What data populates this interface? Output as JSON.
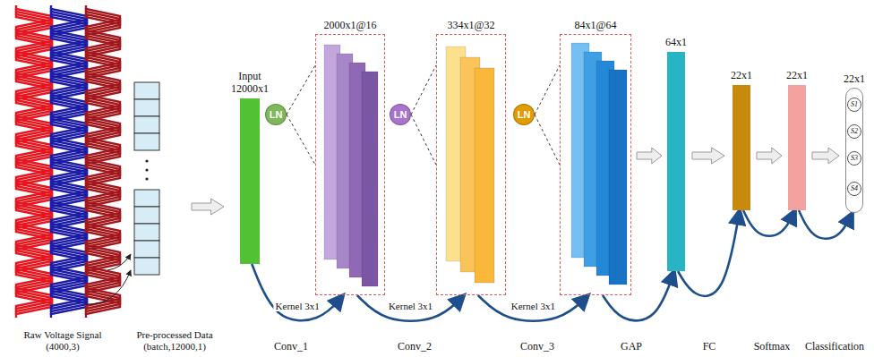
{
  "diagram": {
    "nodes": [
      {
        "text": [
          "Input 12000x1"
        ]
      },
      {
        "text": [
          "LN"
        ]
      },
      {
        "text": [
          "2000x1@16"
        ]
      },
      {
        "text": [
          "LN"
        ]
      },
      {
        "text": [
          "334x1@32"
        ]
      },
      {
        "text": [
          "LN"
        ]
      },
      {
        "text": [
          "84x1@64"
        ]
      },
      {
        "text": [
          "64x1"
        ]
      },
      {
        "text": [
          "22x1"
        ]
      },
      {
        "text": [
          "22x1"
        ]
      },
      {
        "text": [
          "22x1"
        ]
      },
      {
        "text": [
          "S1"
        ],
        "in": 10
      },
      {
        "text": [
          "S2"
        ],
        "in": 10
      },
      {
        "text": [
          "S3"
        ],
        "in": 10
      },
      {
        "text": [
          "S4"
        ],
        "in": 10
      }
    ],
    "edges": [
      {
        "from": 0,
        "to": 2,
        "arrow": "to",
        "label": "Kernel 3x1"
      },
      {
        "from": 2,
        "to": 4,
        "arrow": "to",
        "label": "Kernel 3x1"
      },
      {
        "from": 4,
        "to": 6,
        "arrow": "to",
        "label": "Kernel 3x1"
      },
      {
        "from": 6,
        "to": 7,
        "arrow": "to"
      },
      {
        "from": 7,
        "to": 8,
        "arrow": "to"
      },
      {
        "from": 8,
        "to": 9,
        "arrow": "to"
      },
      {
        "from": 9,
        "to": 10,
        "arrow": "to"
      },
      {
        "from": 1,
        "to": 2,
        "arrow": "none"
      },
      {
        "from": 3,
        "to": 4,
        "arrow": "none"
      },
      {
        "from": 5,
        "to": 6,
        "arrow": "none"
      }
    ],
    "labels": [
      "Raw Voltage Signal (4000,3)",
      "Pre-processed Data (batch,12000,1)",
      "Conv_1",
      "Conv_2",
      "Conv_3",
      "GAP",
      "FC",
      "Softmax",
      "Classification"
    ]
  }
}
